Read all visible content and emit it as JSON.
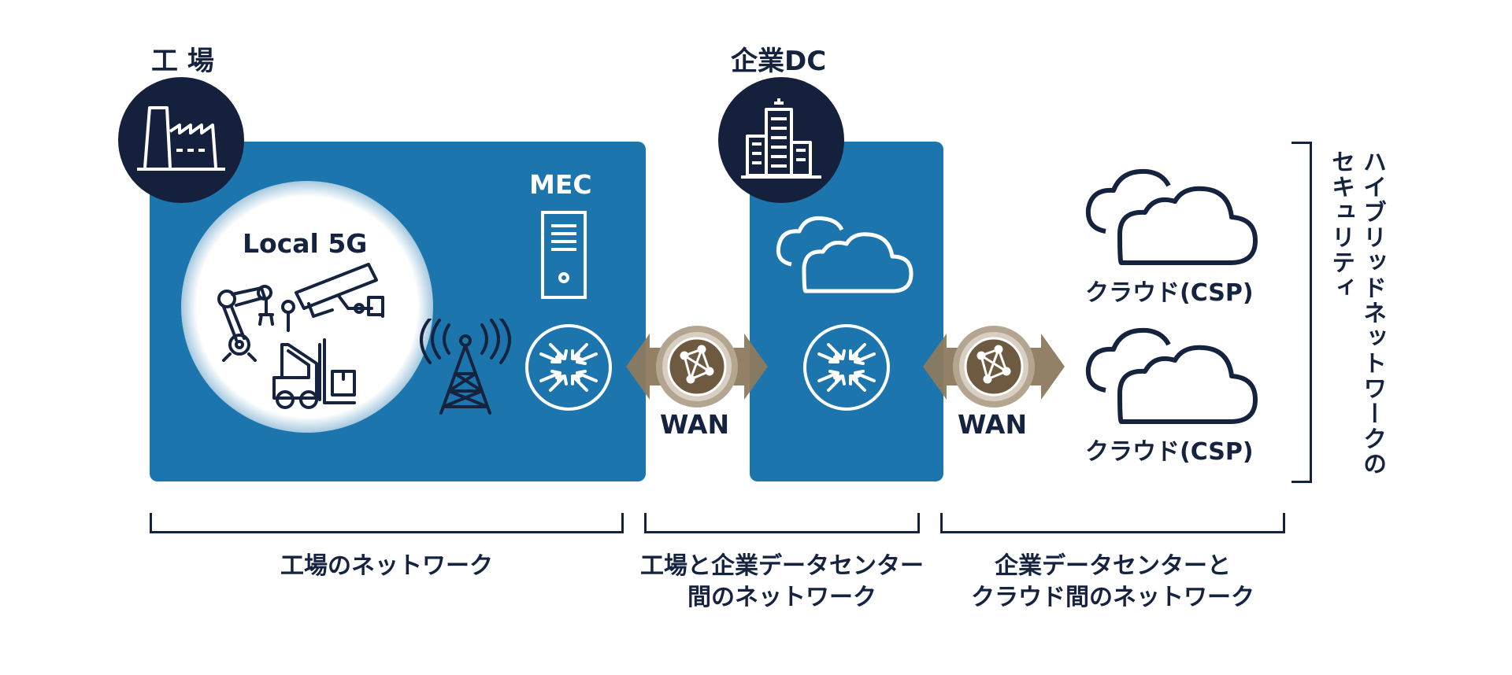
{
  "colors": {
    "panel": "#1d75ae",
    "navy": "#15203d",
    "wan_gold": "#8c7a5e",
    "wan_brown": "#6e5a40",
    "white": "#ffffff"
  },
  "factory": {
    "title": "工 場",
    "badge_icon": "factory-icon",
    "local5g_label": "Local 5G",
    "mec_label": "MEC"
  },
  "datacenter": {
    "title": "企業DC",
    "badge_icon": "building-icon"
  },
  "wan": {
    "left_label": "WAN",
    "right_label": "WAN"
  },
  "clouds": {
    "top_label": "クラウド(CSP)",
    "bottom_label": "クラウド(CSP)"
  },
  "brackets": {
    "factory_network": "工場のネットワーク",
    "factory_dc_line1": "工場と企業データセンター",
    "factory_dc_line2": "間のネットワーク",
    "dc_cloud_line1": "企業データセンターと",
    "dc_cloud_line2": "クラウド間のネットワーク",
    "hybrid_line1": "ハイブリッドネットワークの",
    "hybrid_line2": "セキュリティ"
  }
}
